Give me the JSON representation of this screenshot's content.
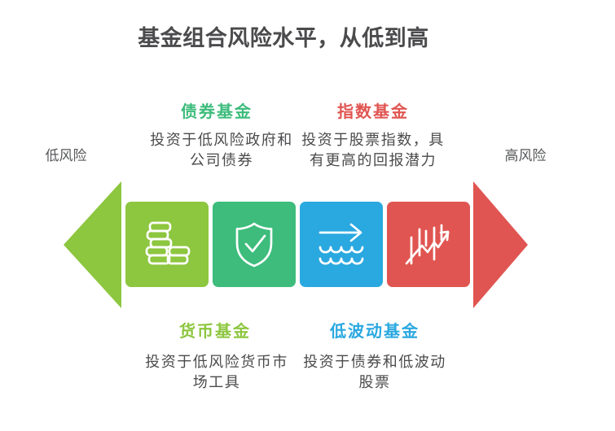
{
  "title": "基金组合风险水平，从低到高",
  "scale": {
    "low_label": "低风险",
    "high_label": "高风险"
  },
  "funds": {
    "money": {
      "name": "货币基金",
      "desc_line1": "投资于低风险货币市",
      "desc_line2": "场工具",
      "color": "#8DC63F",
      "icon": "coin-stack-icon"
    },
    "bond": {
      "name": "债券基金",
      "desc_line1": "投资于低风险政府和",
      "desc_line2": "公司债券",
      "color": "#3DBC7C",
      "icon": "shield-check-icon"
    },
    "low_volatility": {
      "name": "低波动基金",
      "desc_line1": "投资于债券和低波动",
      "desc_line2": "股票",
      "color": "#2AA8E0",
      "icon": "wave-arrow-icon"
    },
    "index": {
      "name": "指数基金",
      "desc_line1": "投资于股票指数，具",
      "desc_line2": "有更高的回报潜力",
      "color": "#E05551",
      "icon": "stock-chart-icon"
    }
  },
  "colors": {
    "lime": "#8DC63F",
    "green": "#3DBC7C",
    "blue": "#2AA8E0",
    "red": "#E05551",
    "dark": "#4B4B4D",
    "muted": "#57585A"
  }
}
